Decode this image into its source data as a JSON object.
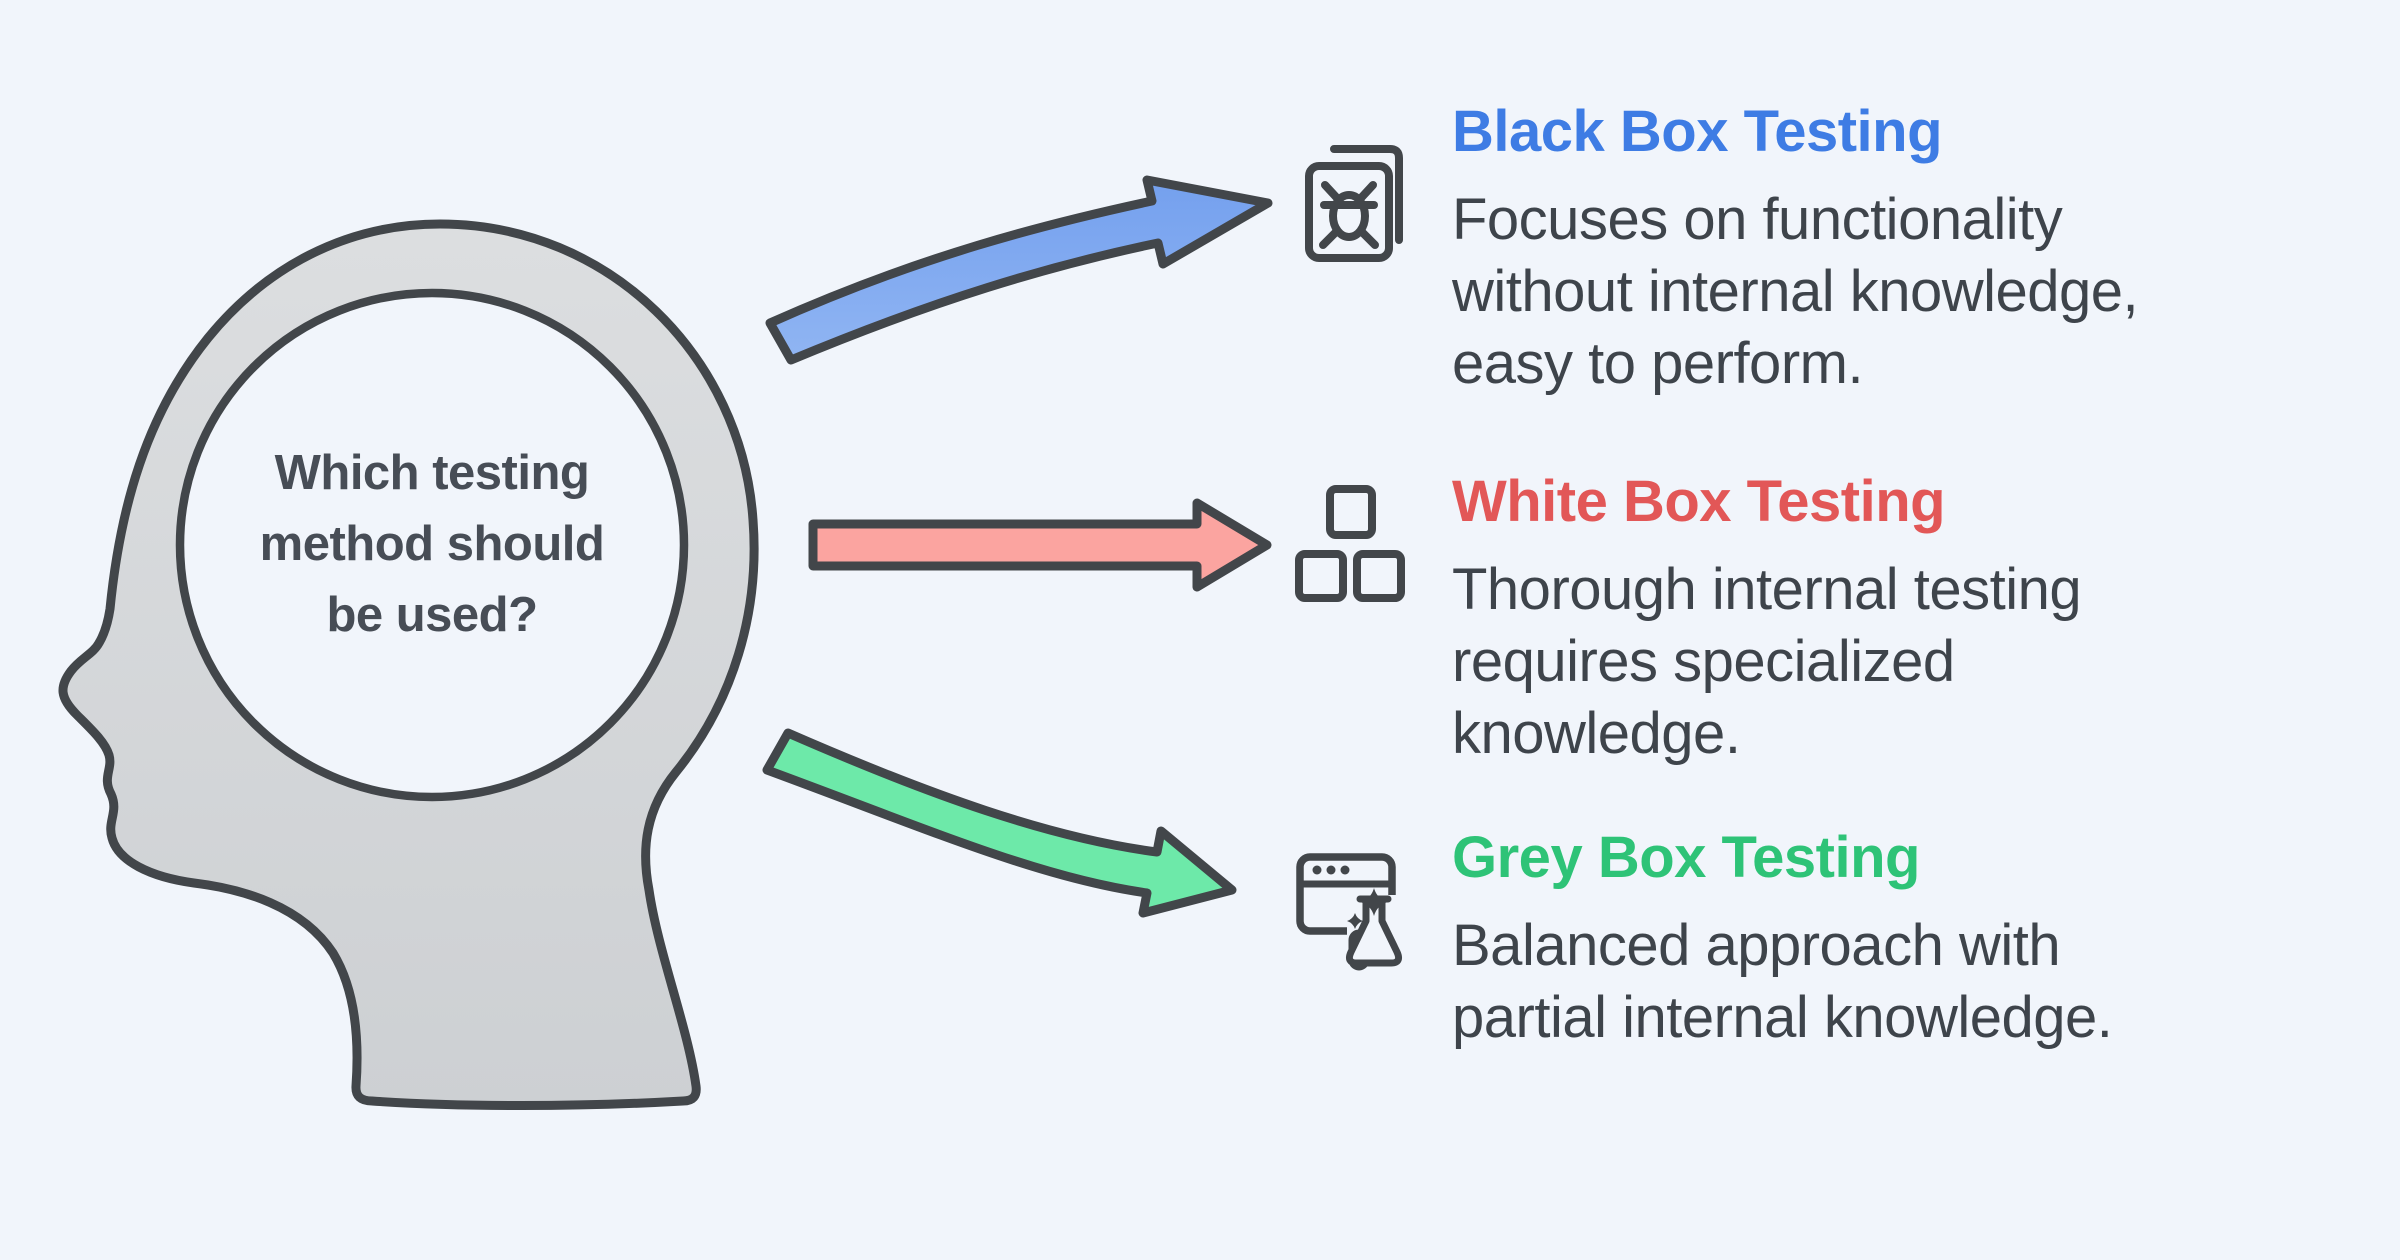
{
  "canvas": {
    "background_color": "#f1f5fb",
    "outline_color": "#42464a",
    "head_fill_color": "#d5d7d9"
  },
  "question": {
    "full_text": "Which testing method should be used?",
    "lines": [
      "Which testing",
      "method should",
      "be used?"
    ],
    "text_color": "#474d56"
  },
  "body_text_color": "#3e444b",
  "sections": [
    {
      "title": "Black Box Testing",
      "title_color": "#3e7ce4",
      "arrow_color": "#81a9f0",
      "arrow_shape": "curved-up",
      "icon": "bug-report-icon",
      "description_text": "Focuses on functionality without internal knowledge, easy to perform.",
      "description_lines": [
        "Focuses on functionality",
        "without internal knowledge,",
        "easy to perform."
      ]
    },
    {
      "title": "White Box Testing",
      "title_color": "#e25757",
      "arrow_color": "#fba4a0",
      "arrow_shape": "straight",
      "icon": "blocks-icon",
      "description_text": "Thorough internal testing requires specialized knowledge.",
      "description_lines": [
        "Thorough internal testing",
        "requires specialized",
        "knowledge."
      ]
    },
    {
      "title": "Grey Box Testing",
      "title_color": "#2ec377",
      "arrow_color": "#6de9a9",
      "arrow_shape": "curved-down",
      "icon": "web-test-icon",
      "description_text": "Balanced approach with partial internal knowledge.",
      "description_lines": [
        "Balanced approach with",
        "partial internal knowledge."
      ]
    }
  ]
}
